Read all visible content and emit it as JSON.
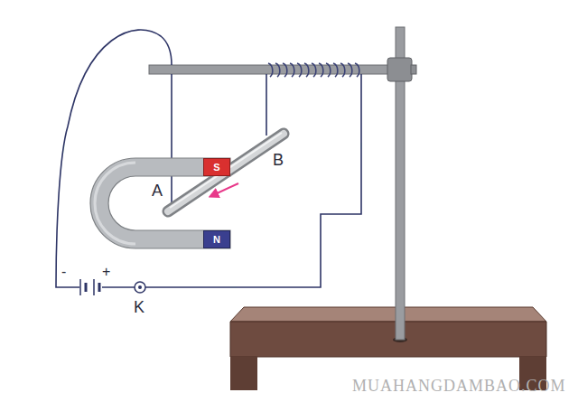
{
  "diagram": {
    "nodes": [
      {
        "text": [
          "S"
        ]
      },
      {
        "text": [
          "N"
        ]
      }
    ],
    "labels": [
      "A",
      "B",
      "-",
      "+",
      "K",
      "MUAHANGDAMBAO.COM"
    ]
  }
}
